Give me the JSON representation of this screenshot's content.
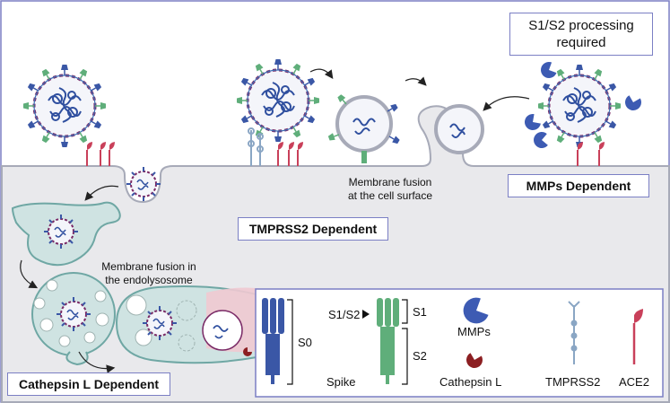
{
  "boxes": {
    "s1s2_processing": "S1/S2 processing\nrequired",
    "mmps_dependent": "MMPs Dependent",
    "tmprss2_dependent": "TMPRSS2 Dependent",
    "cathepsin_dependent": "Cathepsin L Dependent"
  },
  "annotations": {
    "surface_fusion": "Membrane fusion\nat the cell surface",
    "endolysosome_fusion": "Membrane fusion in\nthe endolysosome"
  },
  "legend": {
    "s0": "S0",
    "s1s2": "S1/S2",
    "s1": "S1",
    "s2": "S2",
    "spike": "Spike",
    "mmps": "MMPs",
    "cathepsin": "Cathepsin L",
    "tmprss2": "TMPRSS2",
    "ace2": "ACE2"
  },
  "colors": {
    "border": "#7b7fc4",
    "cytoplasm": "#e9e9ec",
    "spike_blue": "#3a57a6",
    "spike_green": "#5fae7a",
    "mmp": "#3d5bb3",
    "cathepsin": "#8c1f22",
    "ace2": "#c9405a",
    "tmprss2": "#8aa6c4"
  }
}
